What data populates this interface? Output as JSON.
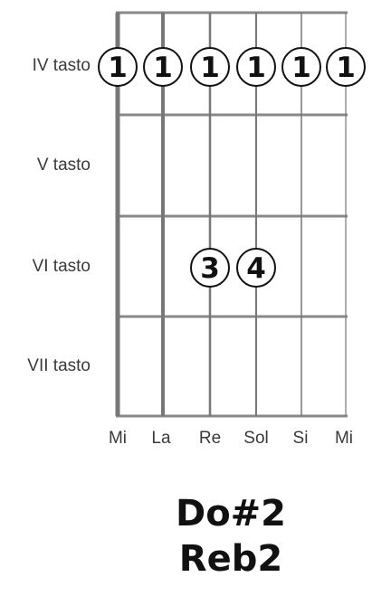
{
  "frets": [
    {
      "label": "IV tasto"
    },
    {
      "label": "V tasto"
    },
    {
      "label": "VI tasto"
    },
    {
      "label": "VII tasto"
    }
  ],
  "strings": [
    "Mi",
    "La",
    "Re",
    "Sol",
    "Si",
    "Mi"
  ],
  "fingers": [
    {
      "string": 1,
      "fret": 1,
      "finger": "1"
    },
    {
      "string": 2,
      "fret": 1,
      "finger": "1"
    },
    {
      "string": 3,
      "fret": 1,
      "finger": "1"
    },
    {
      "string": 4,
      "fret": 1,
      "finger": "1"
    },
    {
      "string": 5,
      "fret": 1,
      "finger": "1"
    },
    {
      "string": 6,
      "fret": 1,
      "finger": "1"
    },
    {
      "string": 3,
      "fret": 3,
      "finger": "3"
    },
    {
      "string": 4,
      "fret": 3,
      "finger": "4"
    }
  ],
  "chord": {
    "name_line1": "Do#2",
    "name_line2": "Reb2"
  }
}
